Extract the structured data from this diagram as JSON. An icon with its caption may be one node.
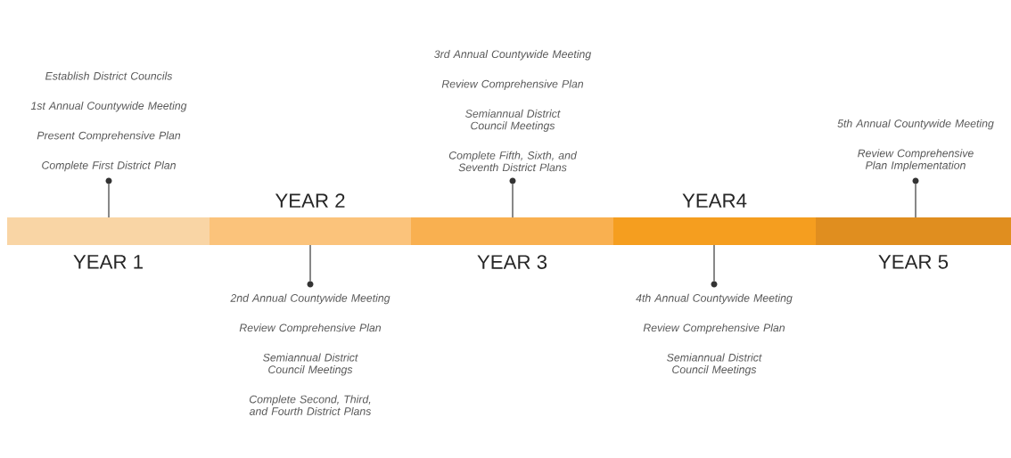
{
  "diagram": {
    "nodes": [
      {
        "text": [
          "YEAR 1"
        ]
      },
      {
        "text": [
          "YEAR 2"
        ]
      },
      {
        "text": [
          "YEAR 3"
        ]
      },
      {
        "text": [
          "YEAR4"
        ]
      },
      {
        "text": [
          "YEAR 5"
        ]
      },
      {
        "text": [],
        "shape": "circle",
        "beside": [
          "Establish District Councils",
          "1st Annual Countywide Meeting",
          "Present Comprehensive Plan",
          "Complete First District Plan"
        ]
      },
      {
        "text": [],
        "shape": "circle",
        "beside": [
          "2nd Annual Countywide Meeting",
          "Review Comprehensive Plan",
          "Semiannual District Council Meetings",
          "Complete Second, Third, and Fourth District Plans"
        ]
      },
      {
        "text": [],
        "shape": "circle",
        "beside": [
          "3rd Annual Countywide Meeting",
          "Review Comprehensive Plan",
          "Semiannual District Council Meetings",
          "Complete Fifth, Sixth, and Seventh District Plans"
        ]
      },
      {
        "text": [],
        "shape": "circle",
        "beside": [
          "4th Annual Countywide Meeting",
          "Review Comprehensive Plan",
          "Semiannual District Council Meetings"
        ]
      },
      {
        "text": [],
        "shape": "circle",
        "beside": [
          "5th Annual Countywide Meeting",
          "Review Comprehensive Plan Implementation"
        ]
      }
    ],
    "edges": [
      {
        "from": 5,
        "to": 0,
        "arrow": "none"
      },
      {
        "from": 6,
        "to": 1,
        "arrow": "none"
      },
      {
        "from": 7,
        "to": 2,
        "arrow": "none"
      },
      {
        "from": 8,
        "to": 3,
        "arrow": "none"
      },
      {
        "from": 9,
        "to": 4,
        "arrow": "none"
      }
    ]
  }
}
